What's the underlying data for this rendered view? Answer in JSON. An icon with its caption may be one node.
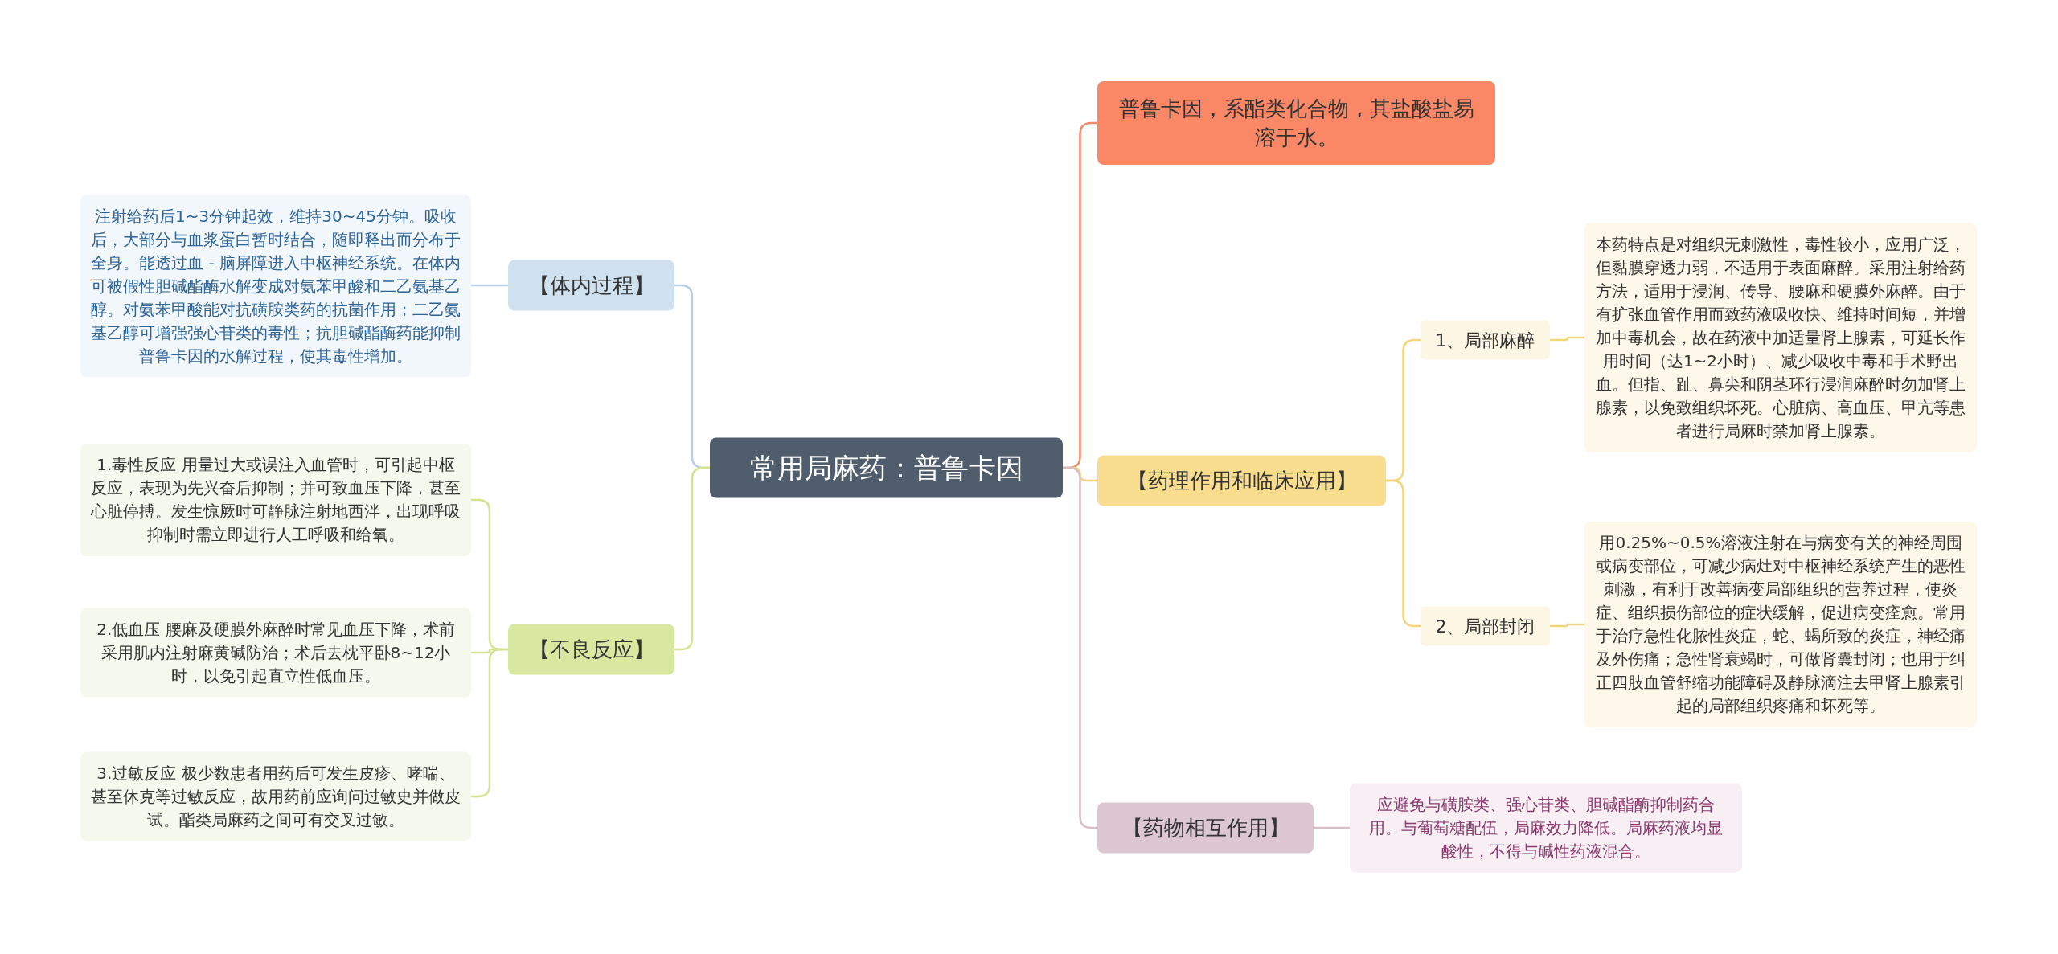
{
  "diagram": {
    "nodes": [
      {
        "text": [
          "常用局麻药：普鲁卡因"
        ]
      },
      {
        "text": [
          "【体内过程】"
        ]
      },
      {
        "text": [
          "注射给药后1~3分钟起效，维持30~45分钟。吸收后，大部分与血浆蛋白暂时结合，随即释出而分布于全身。能透过血 - 脑屏障进入中枢神经系统。在体内可被假性胆碱酯酶水解变成对氨苯甲酸和二乙氨基乙醇。对氨苯甲酸能对抗磺胺类药的抗菌作用；二乙氨基乙醇可增强强心苷类的毒性；抗胆碱酯酶药能抑制普鲁卡因的水解过程，使其毒性增加。"
        ]
      },
      {
        "text": [
          "【不良反应】"
        ]
      },
      {
        "text": [
          "1.毒性反应 用量过大或误注入血管时，可引起中枢反应，表现为先兴奋后抑制；并可致血压下降，甚至心脏停搏。发生惊厥时可静脉注射地西泮，出现呼吸抑制时需立即进行人工呼吸和给氧。"
        ]
      },
      {
        "text": [
          "2.低血压 腰麻及硬膜外麻醉时常见血压下降，术前采用肌内注射麻黄碱防治；术后去枕平卧8~12小时，以免引起直立性低血压。"
        ]
      },
      {
        "text": [
          "3.过敏反应 极少数患者用药后可发生皮疹、哮喘、甚至休克等过敏反应，故用药前应询问过敏史并做皮试。酯类局麻药之间可有交叉过敏。"
        ]
      },
      {
        "text": [
          "普鲁卡因，系酯类化合物，其盐酸盐易溶于水。"
        ]
      },
      {
        "text": [
          "【药理作用和临床应用】"
        ]
      },
      {
        "text": [
          "1、局部麻醉"
        ]
      },
      {
        "text": [
          "本药特点是对组织无刺激性，毒性较小，应用广泛，但黏膜穿透力弱，不适用于表面麻醉。采用注射给药方法，适用于浸润、传导、腰麻和硬膜外麻醉。由于有扩张血管作用而致药液吸收快、维持时间短，并增加中毒机会，故在药液中加适量肾上腺素，可延长作用时间（达1~2小时）、减少吸收中毒和手术野出血。但指、趾、鼻尖和阴茎环行浸润麻醉时勿加肾上腺素，以免致组织坏死。心脏病、高血压、甲亢等患者进行局麻时禁加肾上腺素。"
        ]
      },
      {
        "text": [
          "2、局部封闭"
        ]
      },
      {
        "text": [
          "用0.25%~0.5%溶液注射在与病变有关的神经周围或病变部位，可减少病灶对中枢神经系统产生的恶性刺激，有利于改善病变局部组织的营养过程，使炎症、组织损伤部位的症状缓解，促进病变痊愈。常用于治疗急性化脓性炎症，蛇、蝎所致的炎症，神经痛及外伤痛；急性肾衰竭时，可做肾囊封闭；也用于纠正四肢血管舒缩功能障碍及静脉滴注去甲肾上腺素引起的局部组织疼痛和坏死等。"
        ]
      },
      {
        "text": [
          "【药物相互作用】"
        ]
      },
      {
        "text": [
          "应避免与磺胺类、强心苷类、胆碱酯酶抑制药合用。与葡萄糖配伍，局麻效力降低。局麻药液均显酸性，不得与碱性药液混合。"
        ]
      }
    ],
    "edges": [
      {
        "from": 0,
        "to": 1,
        "arrow": "none",
        "color": "#b9cfe3"
      },
      {
        "from": 1,
        "to": 2,
        "arrow": "none",
        "color": "#b9cfe3"
      },
      {
        "from": 0,
        "to": 3,
        "arrow": "none",
        "color": "#d3e392"
      },
      {
        "from": 3,
        "to": 4,
        "arrow": "none",
        "color": "#d3e392"
      },
      {
        "from": 3,
        "to": 5,
        "arrow": "none",
        "color": "#d3e392"
      },
      {
        "from": 3,
        "to": 6,
        "arrow": "none",
        "color": "#d3e392"
      },
      {
        "from": 0,
        "to": 7,
        "arrow": "none",
        "color": "#f08a6a"
      },
      {
        "from": 0,
        "to": 8,
        "arrow": "none",
        "color": "#f3d67c"
      },
      {
        "from": 8,
        "to": 9,
        "arrow": "none",
        "color": "#f3d67c"
      },
      {
        "from": 9,
        "to": 10,
        "arrow": "none",
        "color": "#f3d67c"
      },
      {
        "from": 8,
        "to": 11,
        "arrow": "none",
        "color": "#f3d67c"
      },
      {
        "from": 11,
        "to": 12,
        "arrow": "none",
        "color": "#f3d67c"
      },
      {
        "from": 0,
        "to": 13,
        "arrow": "none",
        "color": "#d7bfca"
      },
      {
        "from": 13,
        "to": 14,
        "arrow": "none",
        "color": "#d7bfca"
      }
    ]
  }
}
